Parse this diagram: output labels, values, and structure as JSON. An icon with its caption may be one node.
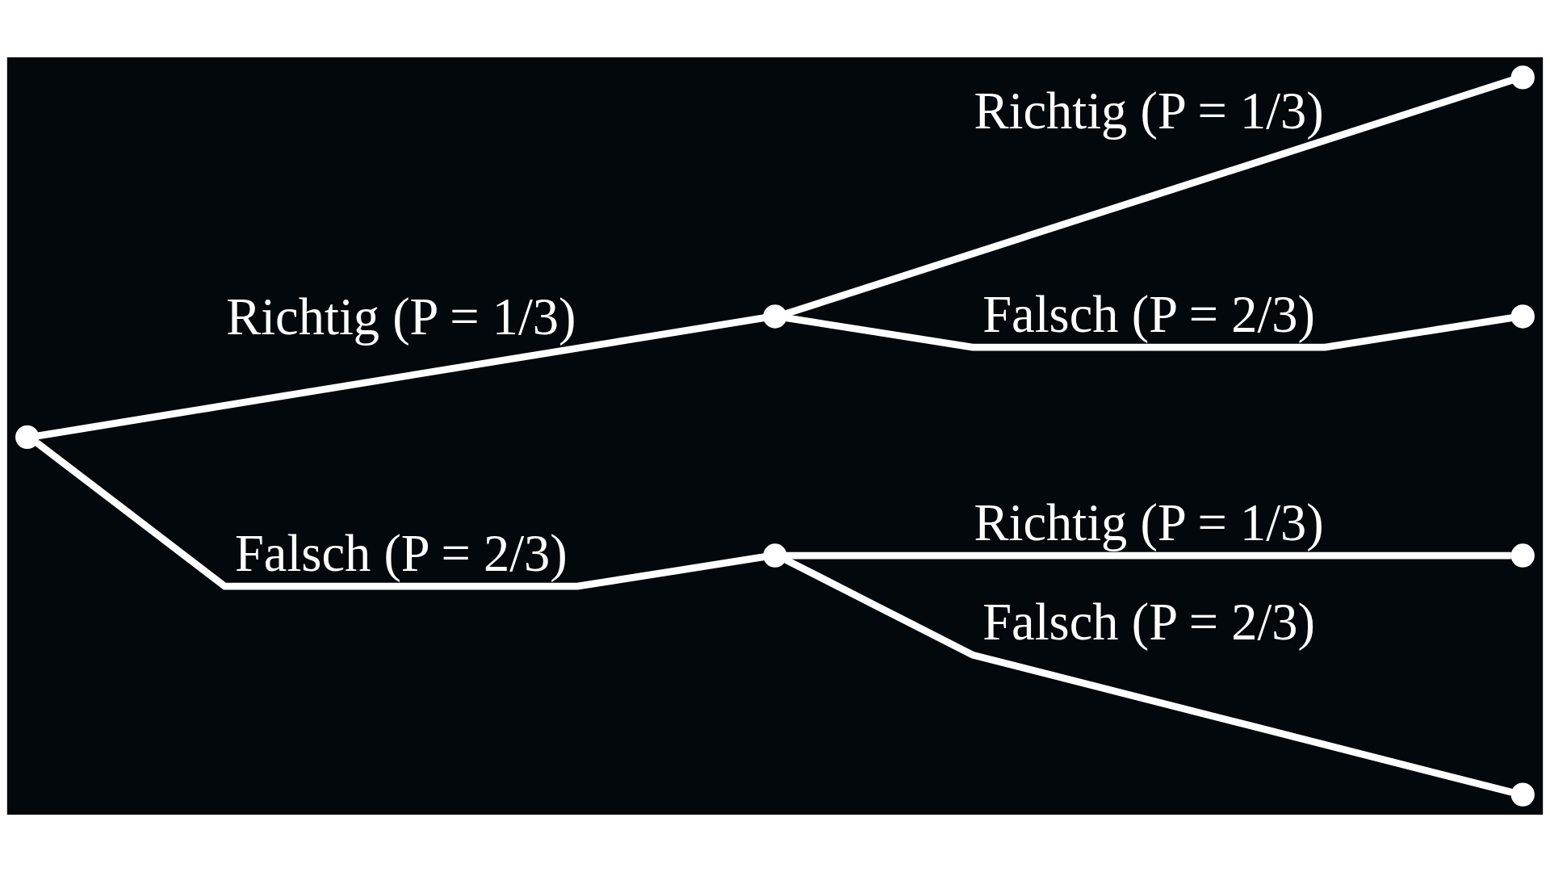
{
  "diagram": {
    "nodes": [
      {
        "text": [],
        "shape": "circle"
      },
      {
        "text": [],
        "shape": "circle"
      },
      {
        "text": [],
        "shape": "circle"
      },
      {
        "text": [],
        "shape": "circle"
      },
      {
        "text": [],
        "shape": "circle"
      },
      {
        "text": [],
        "shape": "circle"
      },
      {
        "text": [],
        "shape": "circle"
      }
    ],
    "edges": [
      {
        "from": 0,
        "to": 1,
        "arrow": "none",
        "label": "Richtig (P = 1/3)"
      },
      {
        "from": 0,
        "to": 2,
        "arrow": "none",
        "label": "Falsch (P = 2/3)"
      },
      {
        "from": 1,
        "to": 3,
        "arrow": "none",
        "label": "Richtig (P = 1/3)"
      },
      {
        "from": 1,
        "to": 4,
        "arrow": "none",
        "label": "Falsch (P = 2/3)"
      },
      {
        "from": 2,
        "to": 5,
        "arrow": "none",
        "label": "Richtig (P = 1/3)"
      },
      {
        "from": 2,
        "to": 6,
        "arrow": "none",
        "label": "Falsch (P = 2/3)"
      }
    ]
  }
}
